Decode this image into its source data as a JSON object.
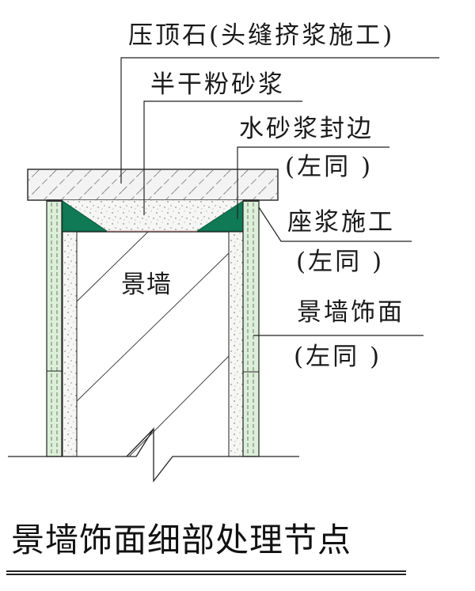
{
  "labels": {
    "capstone": "压顶石(头缝挤浆施工)",
    "semi_dry_mortar": "半干粉砂浆",
    "water_mortar_edge": "水砂浆封边",
    "water_mortar_edge_note": "(左同 )",
    "bedding_mortar": "座浆施工",
    "bedding_mortar_note": "(左同 )",
    "wall_finish": "景墙饰面",
    "wall_finish_note": "(左同 )",
    "wall_core": "景墙"
  },
  "title": "景墙饰面细部处理节点",
  "colors": {
    "line": "#1a1a1a",
    "seal_green": "#0f7a55",
    "finish_green": "#dcefd8",
    "mortar_fill": "#f4f4f2",
    "hatch": "#8a8a8a"
  }
}
